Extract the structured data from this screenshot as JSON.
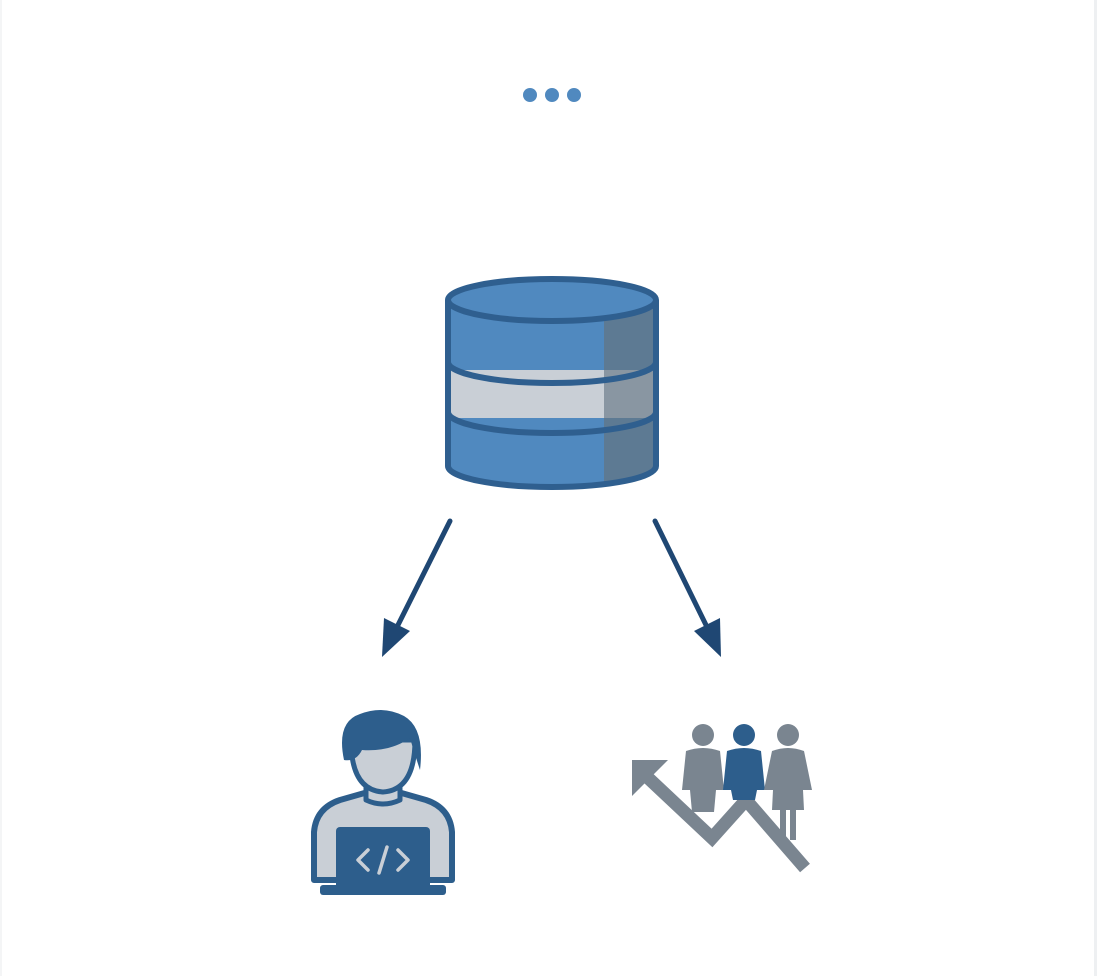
{
  "diagram": {
    "nodes": [
      {
        "id": "more",
        "icon": "more-dots-icon"
      },
      {
        "id": "database",
        "icon": "database-icon"
      },
      {
        "id": "developer",
        "icon": "developer-coding-icon"
      },
      {
        "id": "business-users",
        "icon": "team-growth-icon"
      }
    ],
    "edges": [
      {
        "from": "database",
        "to": "developer"
      },
      {
        "from": "database",
        "to": "business-users"
      }
    ]
  },
  "colors": {
    "primary_blue": "#5089bf",
    "dark_blue": "#2d5e8c",
    "outline_blue": "#2f5f8f",
    "arrow_navy": "#1f4773",
    "light_gray": "#c9cfd6",
    "shadow_gray": "#5d7488",
    "people_gray": "#7a8590",
    "background": "#ffffff"
  }
}
